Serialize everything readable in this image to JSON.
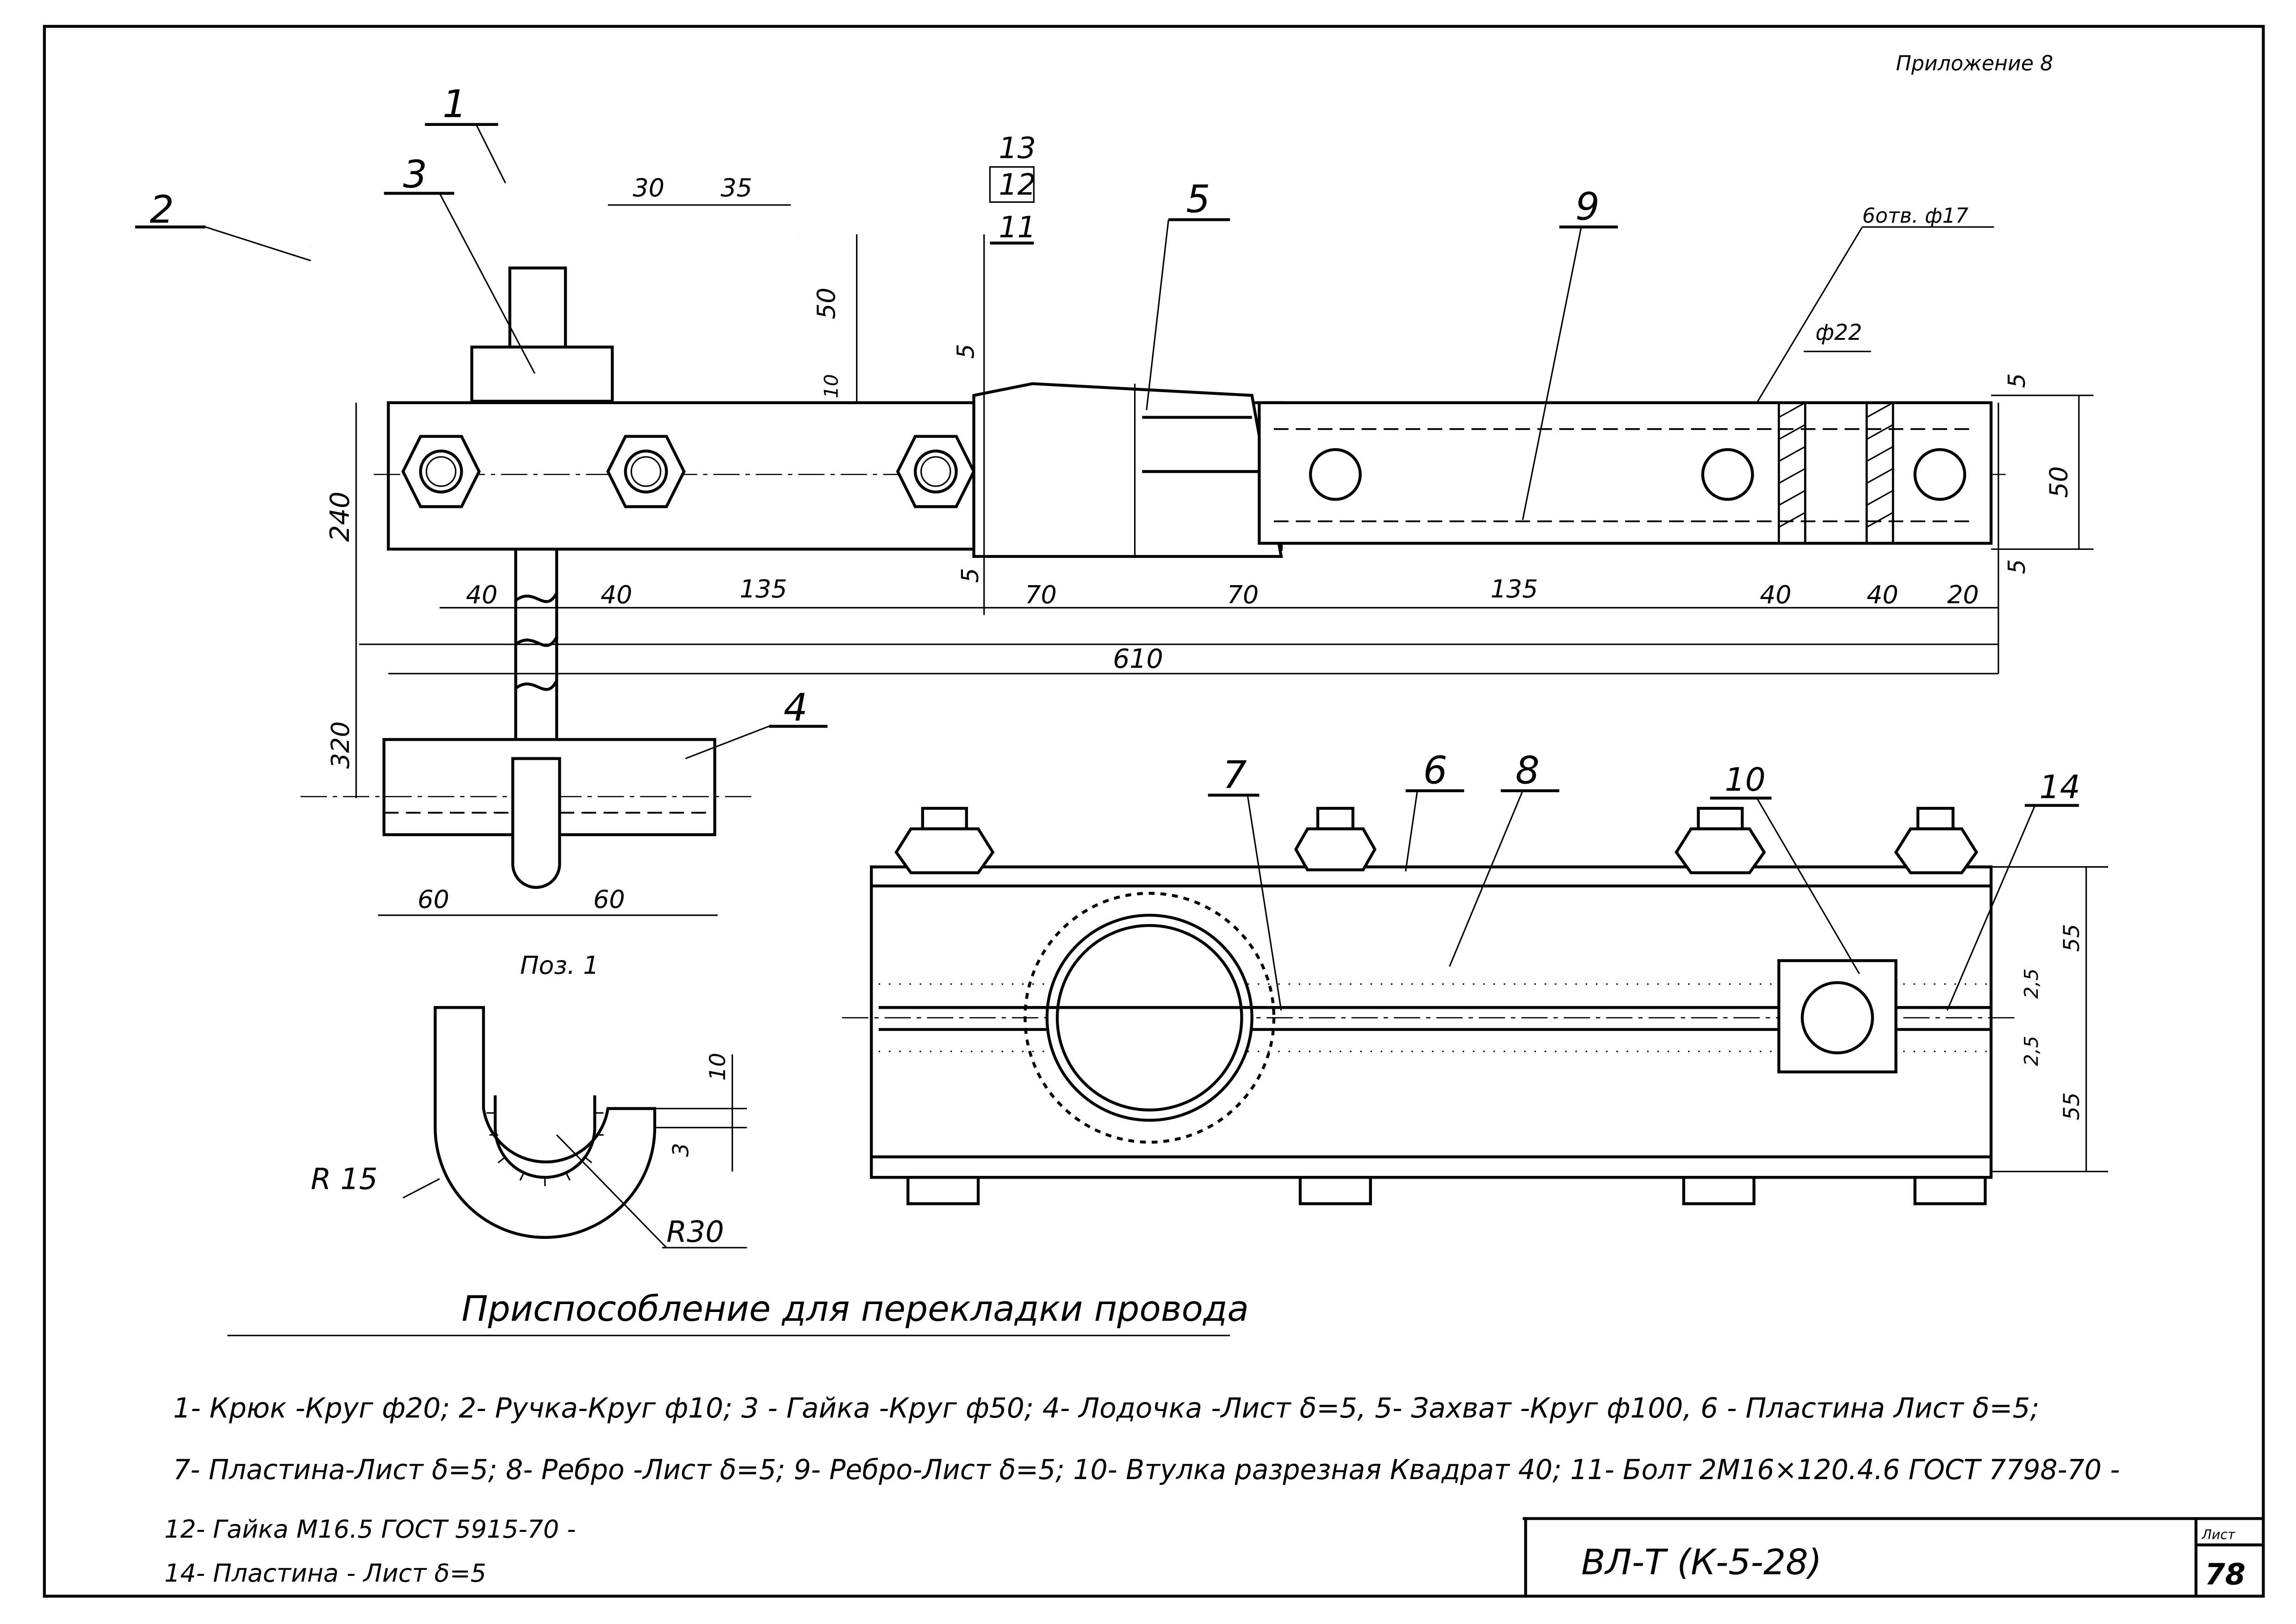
{
  "header": {
    "appendix": "Приложение 8"
  },
  "title": "Приспособление для перекладки провода",
  "position_labels": {
    "p1": "1",
    "p2": "2",
    "p3": "3",
    "p4": "4",
    "p5": "5",
    "p6": "6",
    "p7": "7",
    "p8": "8",
    "p9": "9",
    "p10": "10",
    "p11": "11",
    "p12": "12",
    "p13": "13",
    "p14": "14"
  },
  "dimensions": {
    "d30": "30",
    "d35": "35",
    "d50": "50",
    "d10": "10",
    "d5a": "5",
    "d5b": "5",
    "d5c": "5",
    "d5d": "5",
    "d240": "240",
    "d40a": "40",
    "d40b": "40",
    "d135a": "135",
    "d70a": "70",
    "d70b": "70",
    "d135b": "135",
    "d40c": "40",
    "d40d": "40",
    "d20": "20",
    "d610": "610",
    "d320": "320",
    "d60a": "60",
    "d60b": "60",
    "d50r": "50",
    "hole17": "6отв. ф17",
    "phi22": "ф22",
    "d55a": "55",
    "d55b": "55",
    "d25a": "2,5",
    "d25b": "2,5",
    "d10b": "10",
    "d3": "3",
    "r15": "R 15",
    "r30": "R30"
  },
  "detail_label": "Поз. 1",
  "legend": [
    "1- Крюк -Круг ф20; 2- Ручка-Круг ф10; 3 - Гайка -Круг ф50; 4- Лодочка -Лист δ=5, 5- Захват -Круг ф100, 6 - Пластина Лист δ=5;",
    "7- Пластина-Лист δ=5; 8- Ребро -Лист δ=5; 9- Ребро-Лист δ=5; 10- Втулка разрезная Квадрат 40; 11- Болт 2М16×120.4.6 ГОСТ 7798-70 -",
    "12- Гайка М16.5 ГОСТ 5915-70 -",
    "14- Пластина - Лист δ=5"
  ],
  "stamp": {
    "code": "ВЛ-Т (К-5-28)",
    "sheet_label": "Лист",
    "sheet_number": "78"
  }
}
